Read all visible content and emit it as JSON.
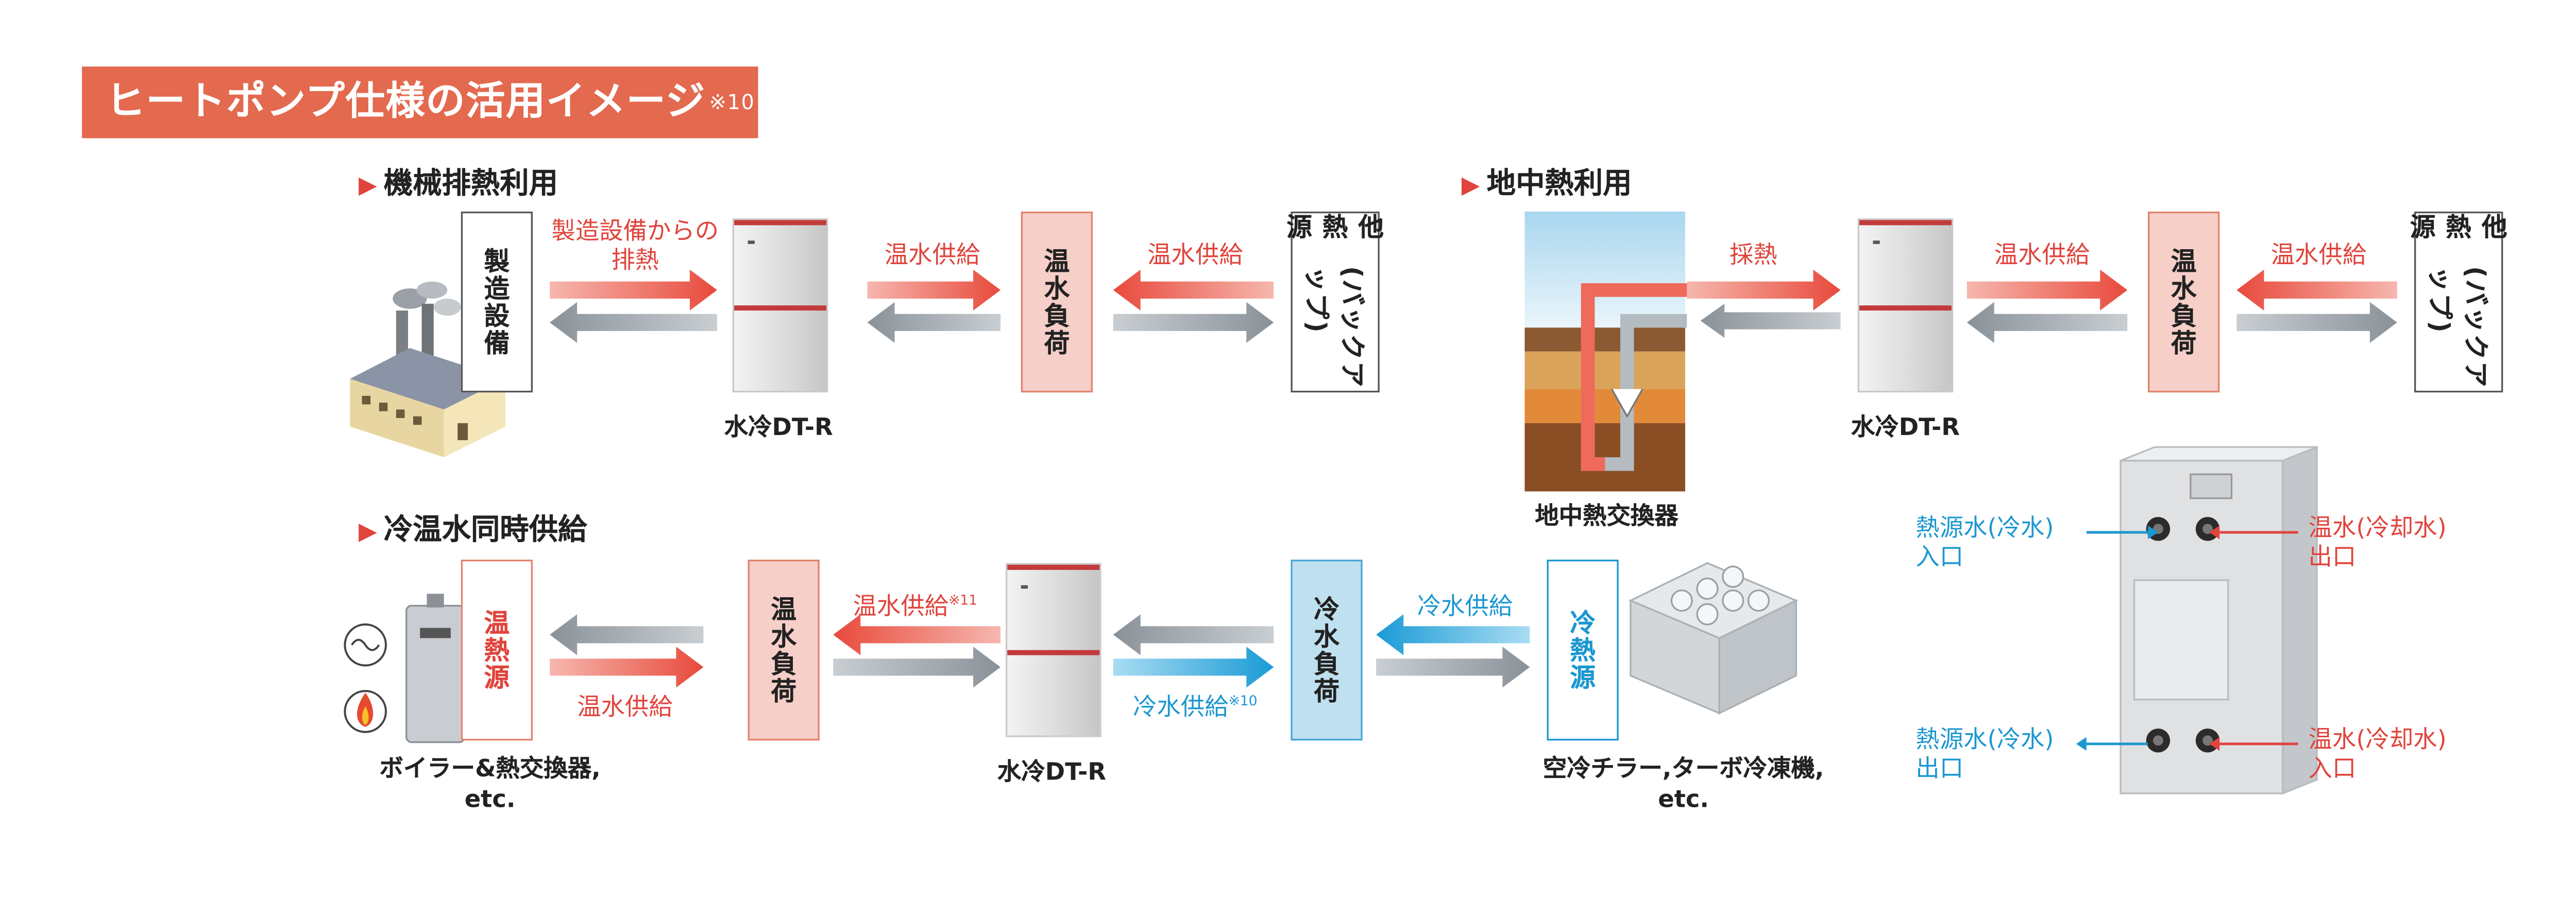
{
  "banner": {
    "title": "ヒートポンプ仕様の活用イメージ",
    "note": "※10"
  },
  "sections": {
    "machine": {
      "title": "機械排熱利用"
    },
    "ground": {
      "title": "地中熱利用"
    },
    "dual": {
      "title": "冷温水同時供給"
    }
  },
  "machine": {
    "source_box": "製造設備",
    "exhaust_line1": "製造設備からの",
    "exhaust_line2": "排熱",
    "supply_left": "温水供給",
    "load_box": "温水負荷",
    "supply_right": "温水供給",
    "backup_top": "他熱源",
    "backup_paren": "(バックアップ)",
    "unit_caption": "水冷DT-R"
  },
  "ground": {
    "collect": "採熱",
    "supply_left": "温水供給",
    "load_box": "温水負荷",
    "supply_right": "温水供給",
    "backup_top": "他熱源",
    "backup_paren": "(バックアップ)",
    "unit_caption": "水冷DT-R",
    "exchanger_caption": "地中熱交換器"
  },
  "dual": {
    "hot_source_box": "温熱源",
    "supply_hot_left": "温水供給",
    "hot_load_box": "温水負荷",
    "supply_hot_right": "温水供給",
    "supply_hot_right_note": "※11",
    "supply_cold_left": "冷水供給",
    "supply_cold_left_note": "※10",
    "cold_load_box": "冷水負荷",
    "supply_cold_right": "冷水供給",
    "cold_source_box": "冷熱源",
    "unit_caption": "水冷DT-R",
    "boiler_caption_line1": "ボイラー&熱交換器,",
    "boiler_caption_line2": "etc.",
    "chiller_caption_line1": "空冷チラー,ターボ冷凍機,",
    "chiller_caption_line2": "etc."
  },
  "ports": {
    "tl_line1": "熱源水(冷水)",
    "tl_line2": "入口",
    "tr_line1": "温水(冷却水)",
    "tr_line2": "出口",
    "bl_line1": "熱源水(冷水)",
    "bl_line2": "出口",
    "br_line1": "温水(冷却水)",
    "br_line2": "入口"
  },
  "colors": {
    "accent": "#e3694f",
    "hot": "#e0443c",
    "hot_arrow": "#ef6a5a",
    "cold": "#1c97d0",
    "return_arrow": "#9aa2a8"
  },
  "icons": [
    "factory-icon",
    "boiler-icon",
    "fire-icon",
    "steam-icon",
    "chiller-icon",
    "heatpump-unit-icon"
  ]
}
